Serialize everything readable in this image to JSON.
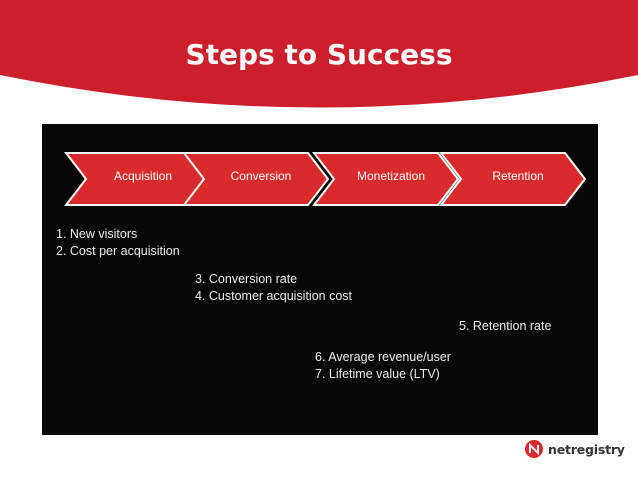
{
  "slide": {
    "title": "Steps to Success",
    "colors": {
      "header": "#cc1f2b",
      "chevron": "#d92b2b",
      "panel": "#070707"
    }
  },
  "stages": [
    {
      "label": "Acquisition"
    },
    {
      "label": "Conversion"
    },
    {
      "label": "Monetization"
    },
    {
      "label": "Retention"
    }
  ],
  "metrics": {
    "acquisition": [
      "1.  New visitors",
      "2.  Cost per acquisition"
    ],
    "conversion": [
      "3. Conversion rate",
      "4. Customer acquisition cost"
    ],
    "retention": [
      "5. Retention rate"
    ],
    "monetization": [
      "6. Average revenue/user",
      "7. Lifetime value (LTV)"
    ]
  },
  "logo": {
    "text": "netregistry",
    "mark": "netregistry-logo-icon"
  }
}
